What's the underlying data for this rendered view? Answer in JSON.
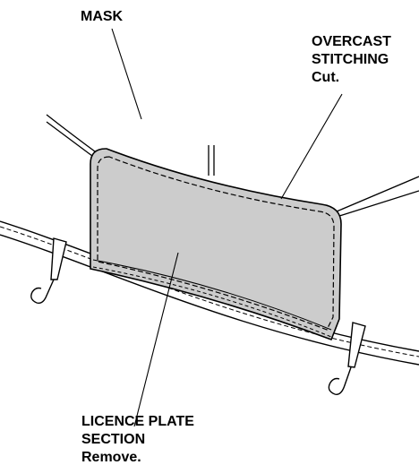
{
  "labels": {
    "mask": "MASK",
    "overcast_line1": "OVERCAST",
    "overcast_line2": "STITCHING",
    "overcast_line3": "Cut.",
    "licence_line1": "LICENCE PLATE",
    "licence_line2": "SECTION",
    "licence_line3": "Remove."
  },
  "colors": {
    "line": "#000000",
    "panel_fill": "#cccccc",
    "background": "#ffffff"
  }
}
